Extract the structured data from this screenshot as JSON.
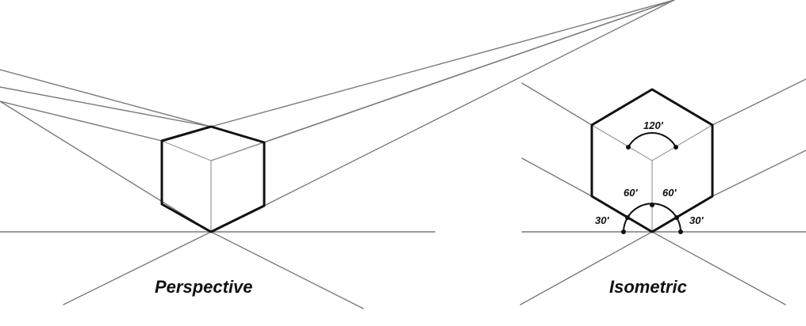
{
  "perspective": {
    "caption": "Perspective"
  },
  "isometric": {
    "caption": "Isometric",
    "angles": {
      "top": "120'",
      "inner_left": "60'",
      "inner_right": "60'",
      "base_left": "30'",
      "base_right": "30'"
    }
  },
  "colors": {
    "background": "#ffffff",
    "edge": "#111111",
    "guide": "#7a7a7a"
  }
}
